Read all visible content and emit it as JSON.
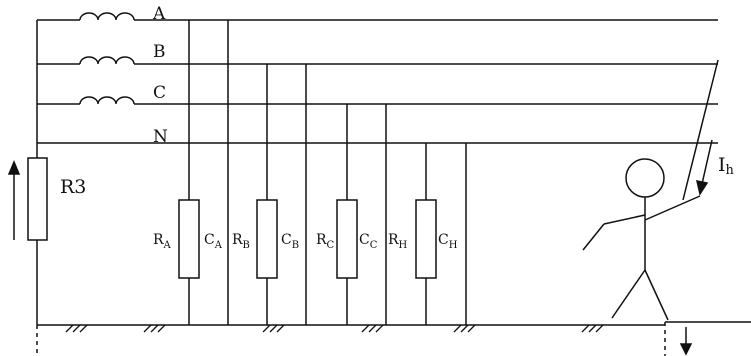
{
  "labels": {
    "phase_a": "A",
    "phase_b": "B",
    "phase_c": "C",
    "neutral": "N",
    "earthing_resistor": "R3",
    "current_symbol": "I",
    "current_subscript": "h"
  },
  "branches": [
    {
      "r_main": "R",
      "r_sub": "A",
      "c_main": "C",
      "c_sub": "A"
    },
    {
      "r_main": "R",
      "r_sub": "B",
      "c_main": "C",
      "c_sub": "B"
    },
    {
      "r_main": "R",
      "r_sub": "C",
      "c_main": "C",
      "c_sub": "C"
    },
    {
      "r_main": "R",
      "r_sub": "H",
      "c_main": "C",
      "c_sub": "H"
    }
  ]
}
